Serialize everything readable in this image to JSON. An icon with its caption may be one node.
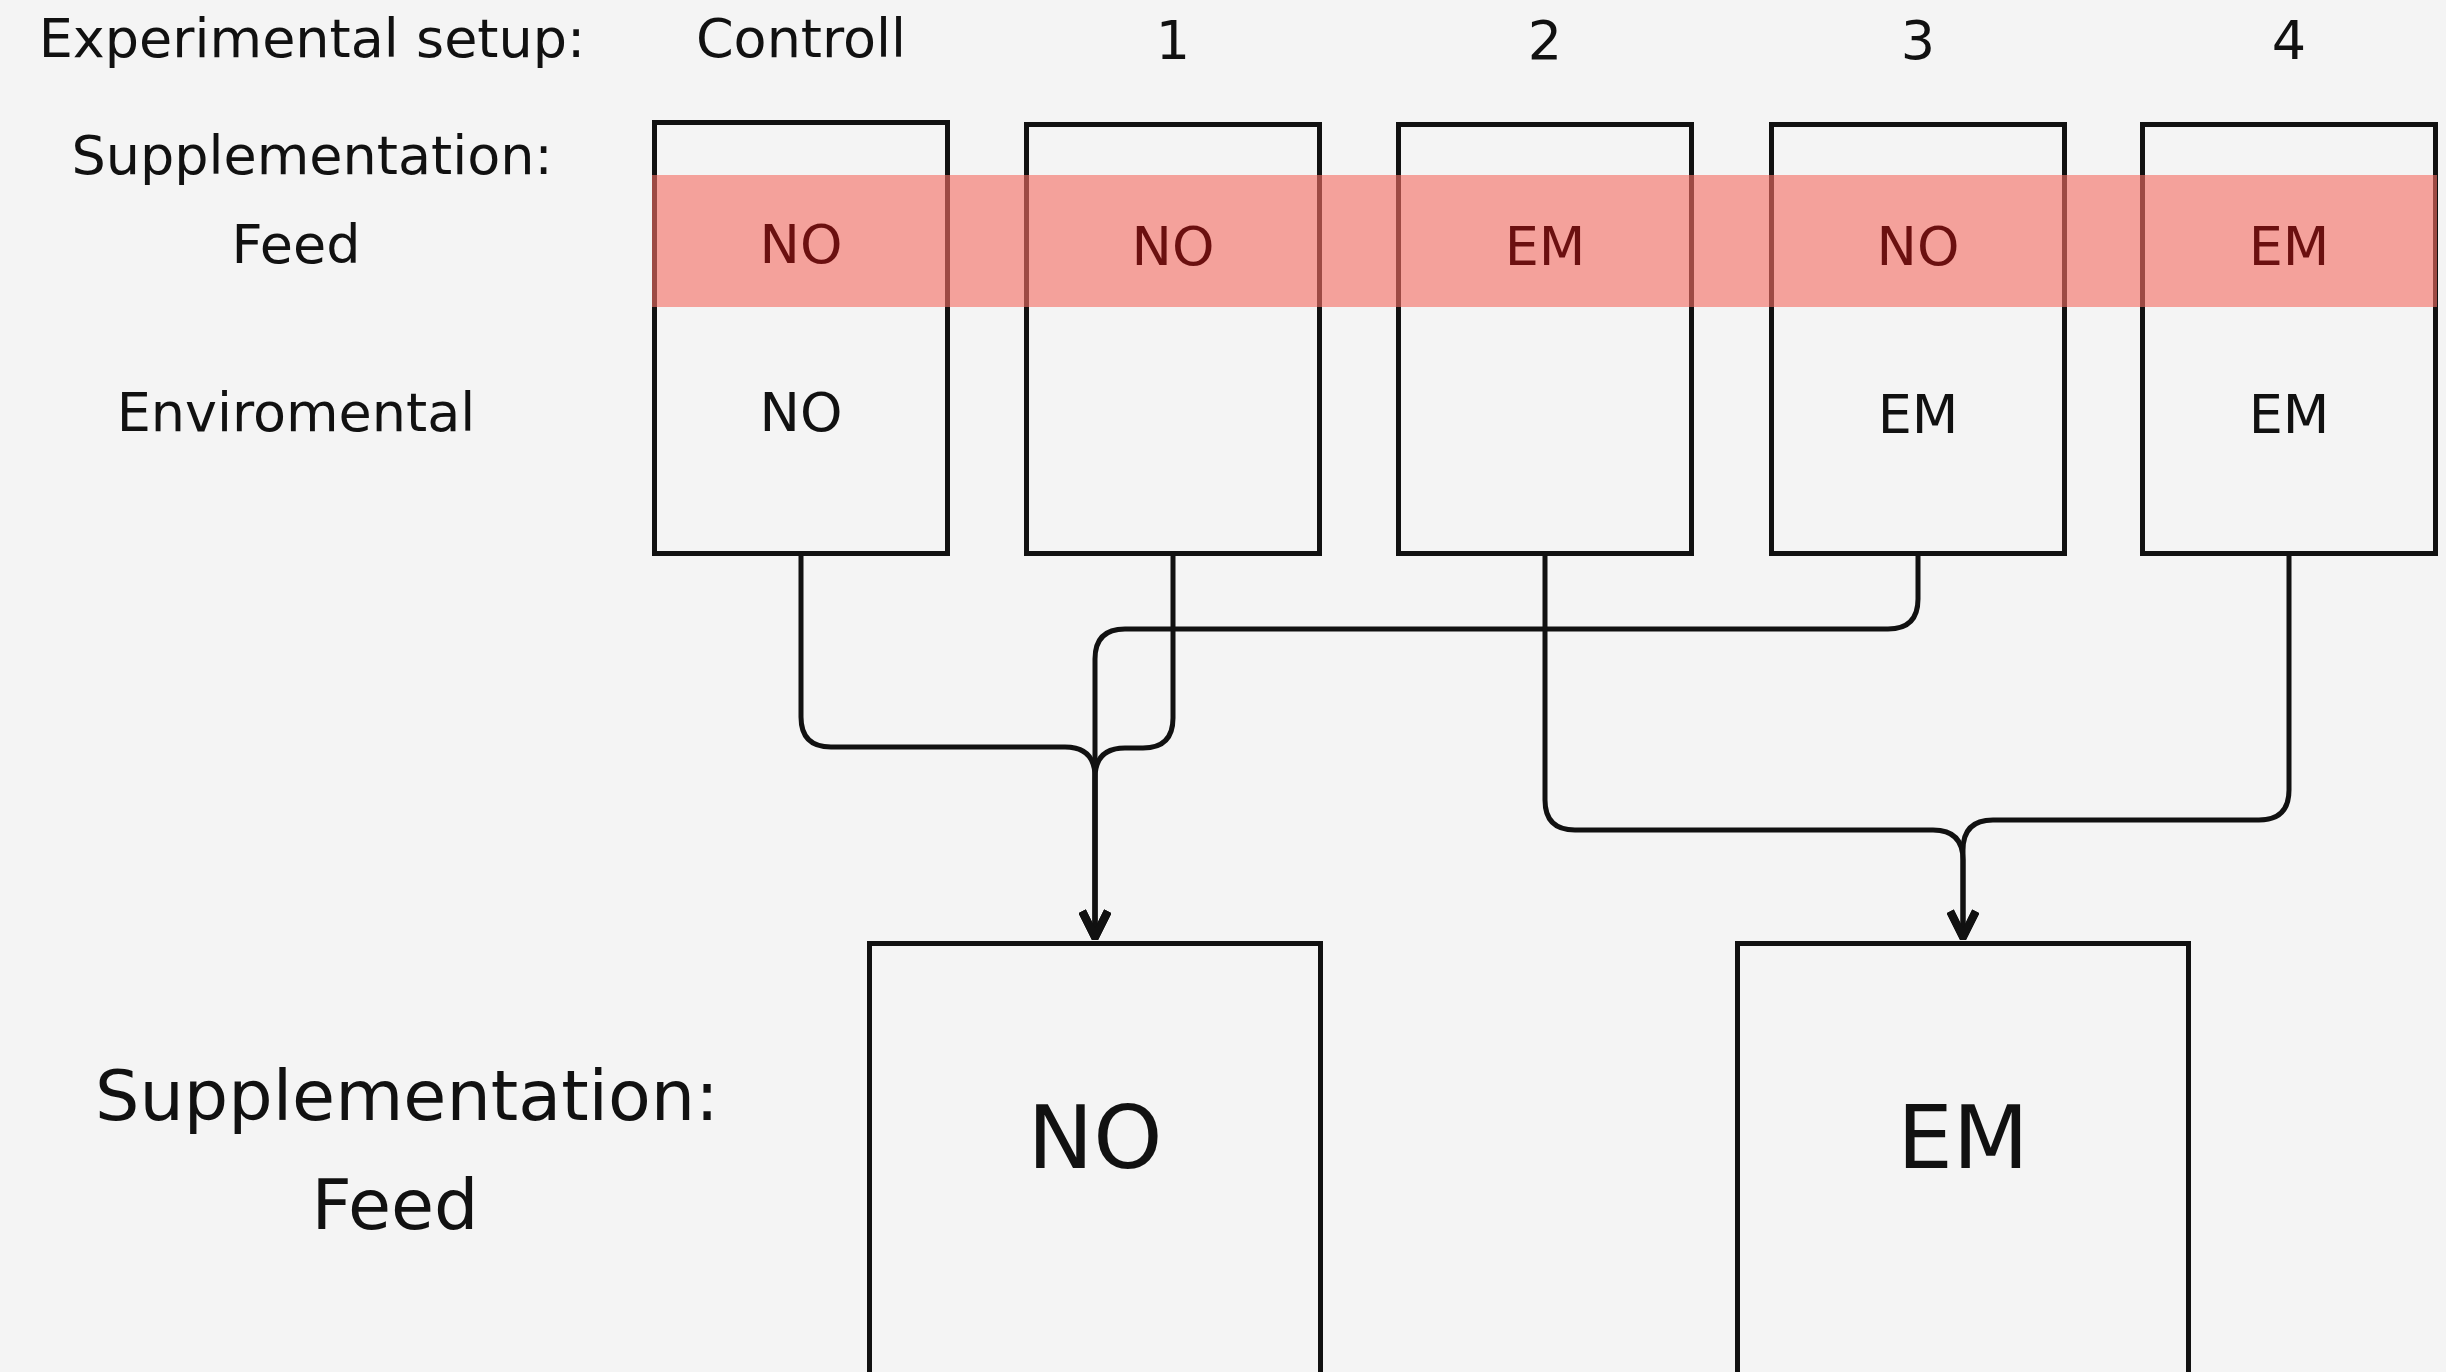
{
  "diagram": {
    "nodes": [
      {
        "text": [
          "Controll",
          "NO",
          "NO"
        ]
      },
      {
        "text": [
          "1",
          "NO"
        ]
      },
      {
        "text": [
          "2",
          "EM"
        ]
      },
      {
        "text": [
          "3",
          "NO",
          "EM"
        ]
      },
      {
        "text": [
          "4",
          "EM",
          "EM"
        ]
      },
      {
        "text": [
          "NO"
        ]
      },
      {
        "text": [
          "EM"
        ]
      }
    ],
    "edges": [
      {
        "from": 0,
        "to": 5,
        "arrow": "to"
      },
      {
        "from": 1,
        "to": 5,
        "arrow": "to"
      },
      {
        "from": 3,
        "to": 5,
        "arrow": "to"
      },
      {
        "from": 2,
        "to": 6,
        "arrow": "to"
      },
      {
        "from": 4,
        "to": 6,
        "arrow": "to"
      }
    ],
    "labels": [
      "Experimental setup:",
      "Supplementation:",
      "Feed",
      "Enviromental",
      "Supplementation: Feed"
    ]
  }
}
